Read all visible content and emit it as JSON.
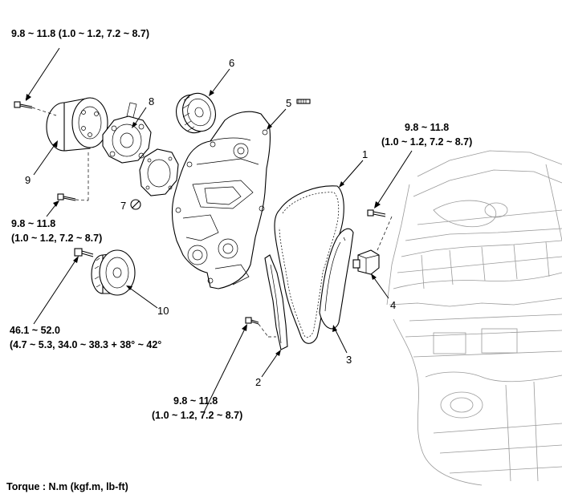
{
  "torque_labels": {
    "top_left": "9.8 ~ 11.8 (1.0 ~ 1.2, 7.2 ~ 8.7)",
    "left_mid_line1": "9.8 ~ 11.8",
    "left_mid_line2": "(1.0 ~ 1.2, 7.2 ~ 8.7)",
    "right_line1": "9.8 ~ 11.8",
    "right_line2": "(1.0 ~ 1.2, 7.2 ~ 8.7)",
    "crank_line1": "46.1 ~ 52.0",
    "crank_line2": "(4.7 ~ 5.3, 34.0 ~ 38.3 + 38° ~ 42°",
    "bottom_line1": "9.8 ~ 11.8",
    "bottom_line2": "(1.0 ~ 1.2, 7.2 ~ 8.7)"
  },
  "callouts": [
    "1",
    "2",
    "3",
    "4",
    "5",
    "6",
    "7",
    "8",
    "9",
    "10"
  ],
  "footer": "Torque : N.m (kgf.m, lb-ft)"
}
